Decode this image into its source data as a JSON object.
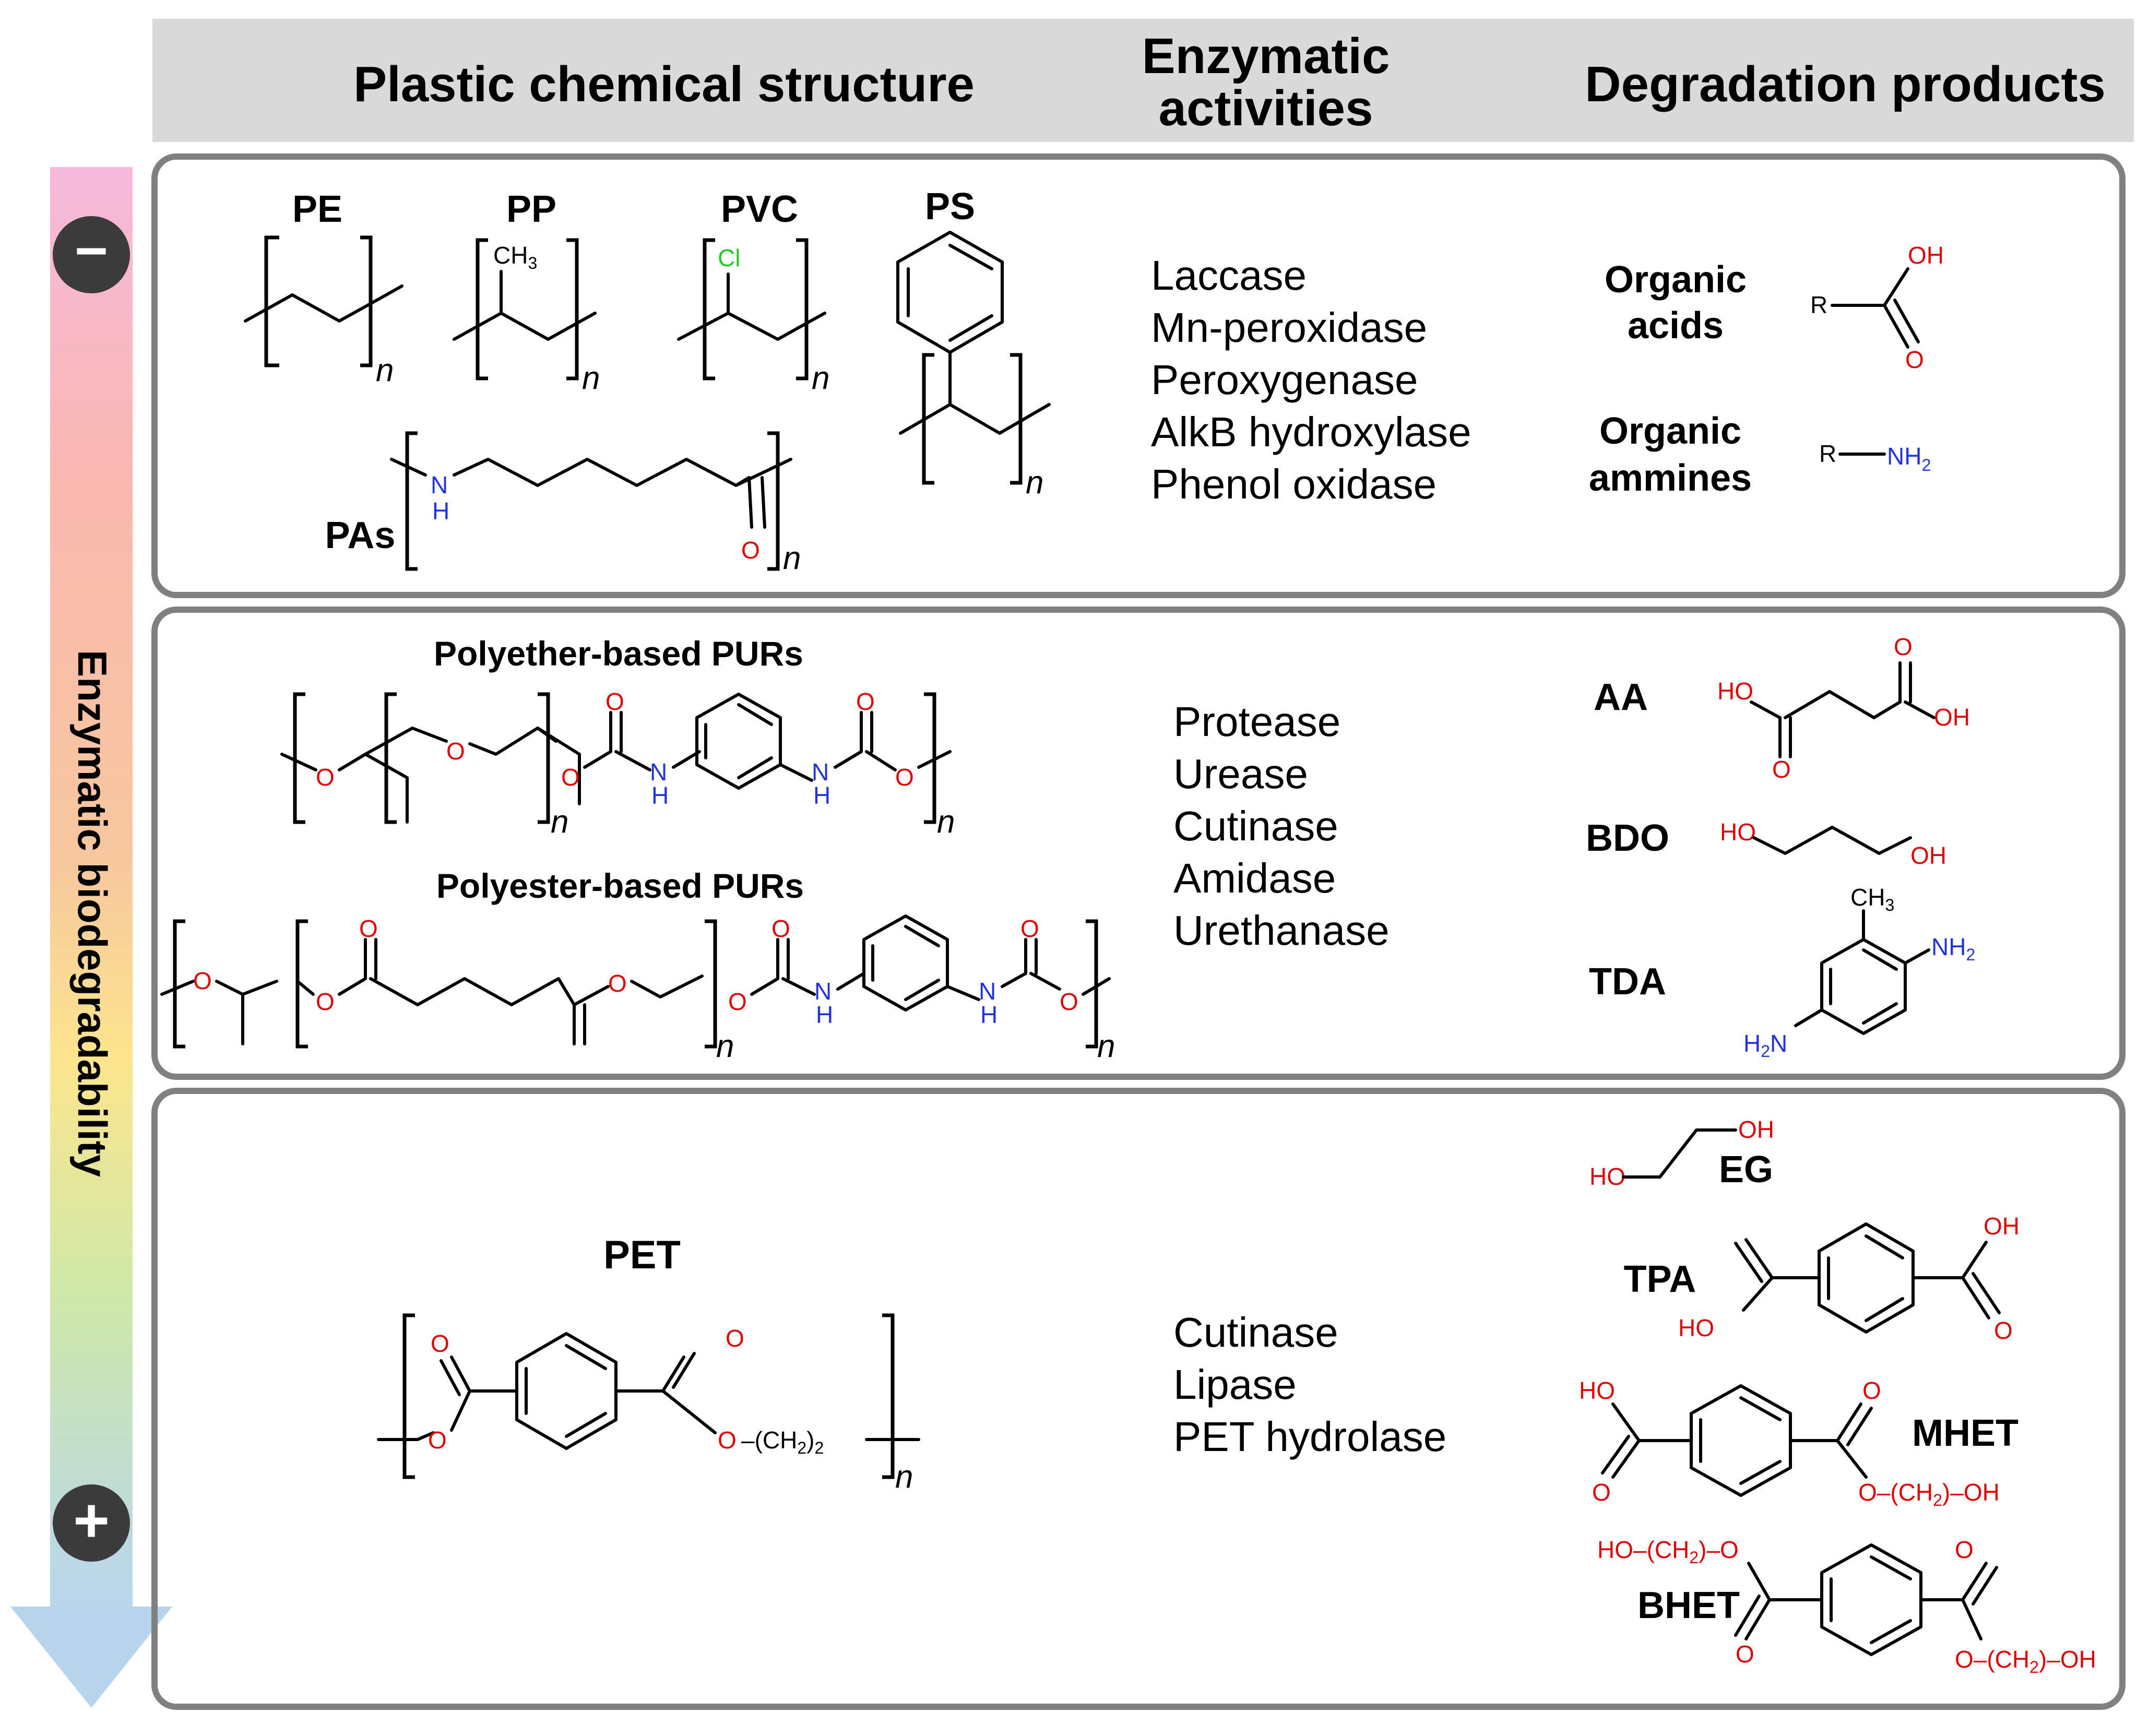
{
  "header": {
    "col1": "Plastic chemical structure",
    "col2_line1": "Enzymatic",
    "col2_line2": "activities",
    "col3": "Degradation products"
  },
  "axis": {
    "label": "Enzymatic biodegradability",
    "minus": "−",
    "plus": "+"
  },
  "panel1": {
    "polymers": {
      "pe": "PE",
      "pp": "PP",
      "pvc": "PVC",
      "ps": "PS",
      "pas": "PAs"
    },
    "enzymes": [
      "Laccase",
      "Mn-peroxidase",
      "Peroxygenase",
      "AlkB hydroxylase",
      "Phenol oxidase"
    ],
    "products": {
      "acids_line1": "Organic",
      "acids_line2": "acids",
      "amines_line1": "Organic",
      "amines_line2": "ammines"
    }
  },
  "panel2": {
    "titles": {
      "polyether": "Polyether-based PURs",
      "polyester": "Polyester-based PURs"
    },
    "enzymes": [
      "Protease",
      "Urease",
      "Cutinase",
      "Amidase",
      "Urethanase"
    ],
    "products": {
      "aa": "AA",
      "bdo": "BDO",
      "tda": "TDA"
    }
  },
  "panel3": {
    "title": "PET",
    "enzymes": [
      "Cutinase",
      "Lipase",
      "PET hydrolase"
    ],
    "products": {
      "eg": "EG",
      "tpa": "TPA",
      "mhet": "MHET",
      "bhet": "BHET"
    }
  },
  "atoms": {
    "ch3": "CH",
    "three": "3",
    "cl": "Cl",
    "nh": "N",
    "h": "H",
    "o": "O",
    "oh": "OH",
    "ho": "HO",
    "r": "R",
    "nh2": "NH",
    "two": "2",
    "n_sub": "n",
    "ch2": "CH",
    "o_dash": "O–(CH",
    "ho_dash": "HO–(CH",
    "close_oh": ")–OH",
    "close_o": ")–O",
    "paren_close": ")",
    "paren_open": "–(CH",
    "h2n": "H",
    "n_atom": "N"
  },
  "colors": {
    "header_bg": "#d9d9d9",
    "panel_border": "#808080",
    "oxygen": "#e00000",
    "nitrogen": "#2233dd",
    "chlorine": "#22cc22",
    "badge": "#3b3b3b",
    "arrow_tip": "#b7d4ec"
  }
}
